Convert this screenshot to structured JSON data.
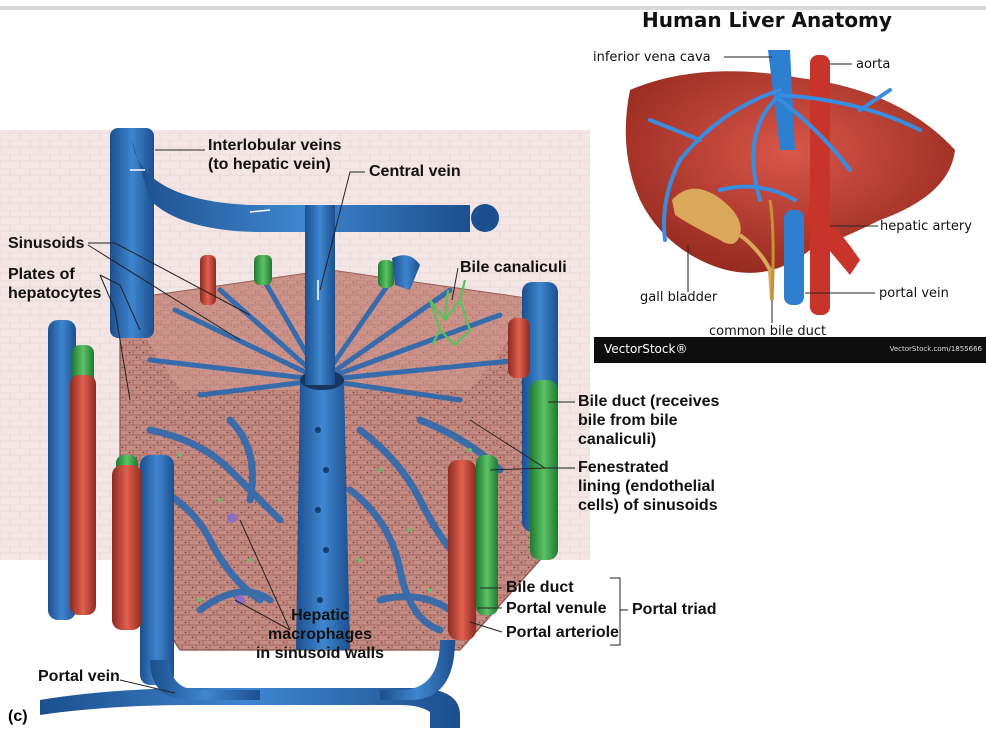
{
  "diagram": {
    "panel_letter": "(c)",
    "labels": {
      "interlobular_veins": "Interlobular veins\n(to hepatic vein)",
      "central_vein": "Central vein",
      "sinusoids": "Sinusoids",
      "plates_of_hepatocytes": "Plates of\nhepatocytes",
      "bile_canaliculi": "Bile canaliculi",
      "bile_duct_receives": "Bile duct (receives\nbile from bile\ncanaliculi)",
      "fenestrated_lining": "Fenestrated\nlining (endothelial\ncells) of sinusoids",
      "bile_duct": "Bile duct",
      "portal_venule": "Portal venule",
      "portal_arteriole": "Portal arteriole",
      "portal_triad": "Portal triad",
      "hepatic_macrophages": "Hepatic\nmacrophages\nin sinusoid walls",
      "portal_vein": "Portal vein"
    }
  },
  "inset": {
    "title": "Human Liver Anatomy",
    "labels": {
      "inferior_vena_cava": "inferior vena cava",
      "aorta": "aorta",
      "hepatic_artery": "hepatic artery",
      "gall_bladder": "gall bladder",
      "portal_vein": "portal vein",
      "common_bile_duct": "common bile duct"
    },
    "watermark_logo": "VectorStock®",
    "watermark_url": "VectorStock.com/1855666"
  },
  "colors": {
    "vein_blue": "#2d6fb8",
    "artery_red": "#c8443a",
    "bile_green": "#3aa24a",
    "hepatocyte_pink": "#c98f88",
    "liver_red": "#b8382c"
  }
}
